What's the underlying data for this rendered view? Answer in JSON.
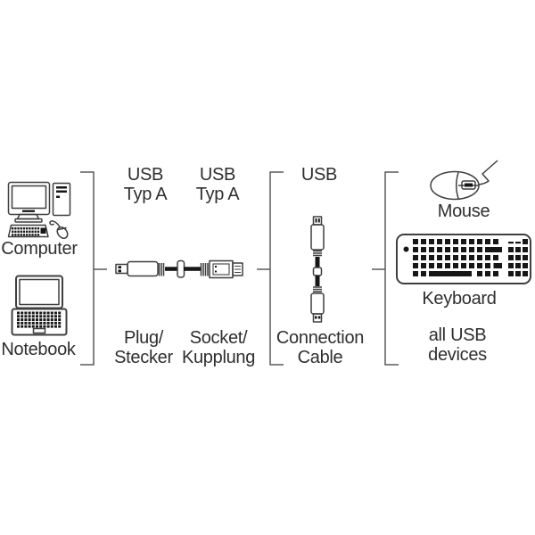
{
  "colors": {
    "background": "#ffffff",
    "line": "#3f3f3f",
    "bracket": "#5a5a5a",
    "text": "#2f2f2f",
    "ink": "#161616"
  },
  "sources": {
    "computer": {
      "icon": "desktop-computer-icon",
      "label": "Computer"
    },
    "notebook": {
      "icon": "notebook-icon",
      "label": "Notebook"
    }
  },
  "extension_cable": {
    "icon": "usb-extension-cable-icon",
    "plug_type": {
      "line1": "USB",
      "line2": "Typ A"
    },
    "socket_type": {
      "line1": "USB",
      "line2": "Typ A"
    },
    "plug_name": {
      "line1": "Plug/",
      "line2": "Stecker"
    },
    "socket_name": {
      "line1": "Socket/",
      "line2": "Kupplung"
    }
  },
  "connection_cable": {
    "icon": "usb-connection-cable-icon",
    "type": "USB",
    "name": {
      "line1": "Connection",
      "line2": "Cable"
    }
  },
  "devices": {
    "mouse": {
      "icon": "mouse-icon",
      "label": "Mouse"
    },
    "keyboard": {
      "icon": "keyboard-icon",
      "label": "Keyboard"
    },
    "footer": {
      "line1": "all USB",
      "line2": "devices"
    }
  }
}
